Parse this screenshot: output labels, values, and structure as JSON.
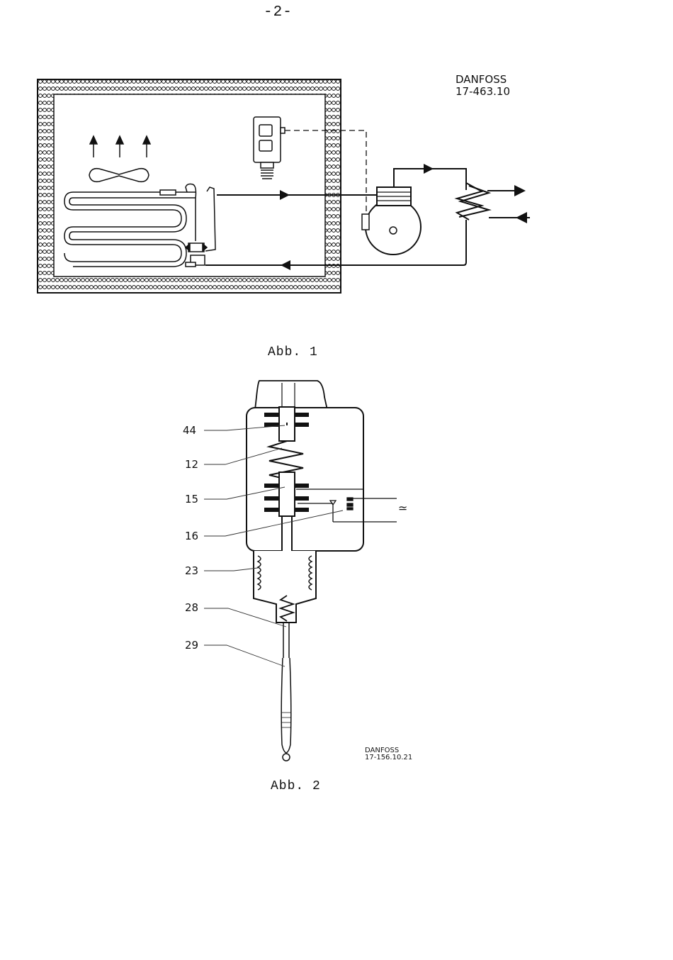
{
  "page": {
    "number": "-2-"
  },
  "figure1": {
    "caption": "Abb. 1",
    "reference_line1": "DANFOSS",
    "reference_line2": "17-463.10"
  },
  "figure2": {
    "caption": "Abb. 2",
    "reference_line1": "DANFOSS",
    "reference_line2": "17-156.10.21",
    "callouts": [
      "44",
      "12",
      "15",
      "16",
      "23",
      "28",
      "29"
    ],
    "ac_symbol": "≃"
  }
}
